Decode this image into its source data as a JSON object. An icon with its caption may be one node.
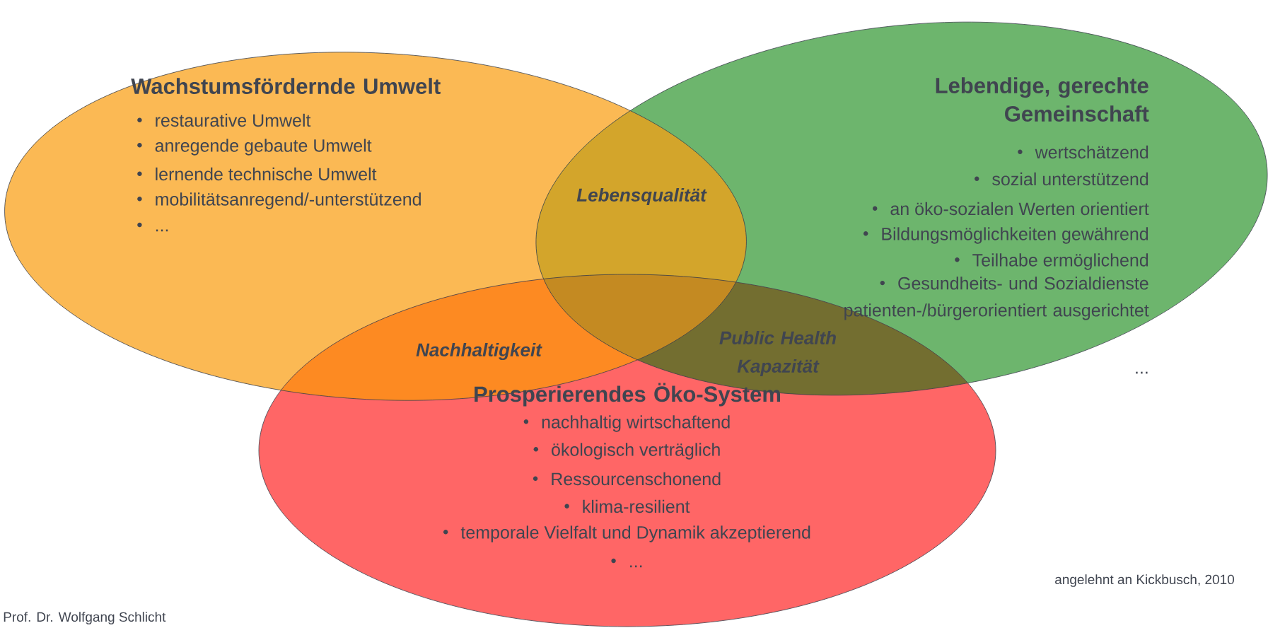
{
  "diagram": {
    "nodes": [
      {
        "text": [
          "Wachstumsfördernde Umwelt",
          "restaurative Umwelt",
          "anregende gebaute Umwelt",
          "lernende technische Umwelt",
          "mobilitätsanregend/-unterstützend",
          "..."
        ]
      },
      {
        "text": [
          "Lebendige, gerechte Gemeinschaft",
          "wertschätzend",
          "sozial unterstützend",
          "an öko-sozialen Werten orientiert",
          "Bildungsmöglichkeiten gewährend",
          "Teilhabe ermöglichend",
          "Gesundheits- und Sozialdienste patienten-/bürgerorientiert ausgerichtet",
          "..."
        ]
      },
      {
        "text": [
          "Prosperierendes Öko-System",
          "nachhaltig wirtschaftend",
          "ökologisch verträglich",
          "Ressourcenschonend",
          "klima-resilient",
          "temporale Vielfalt und Dynamik akzeptierend",
          "..."
        ]
      }
    ],
    "labels": [
      "Lebensqualität",
      "Nachhaltigkeit",
      "Public Health Kapazität",
      "angelehnt an Kickbusch, 2010",
      "Prof. Dr. Wolfgang Schlicht"
    ]
  }
}
